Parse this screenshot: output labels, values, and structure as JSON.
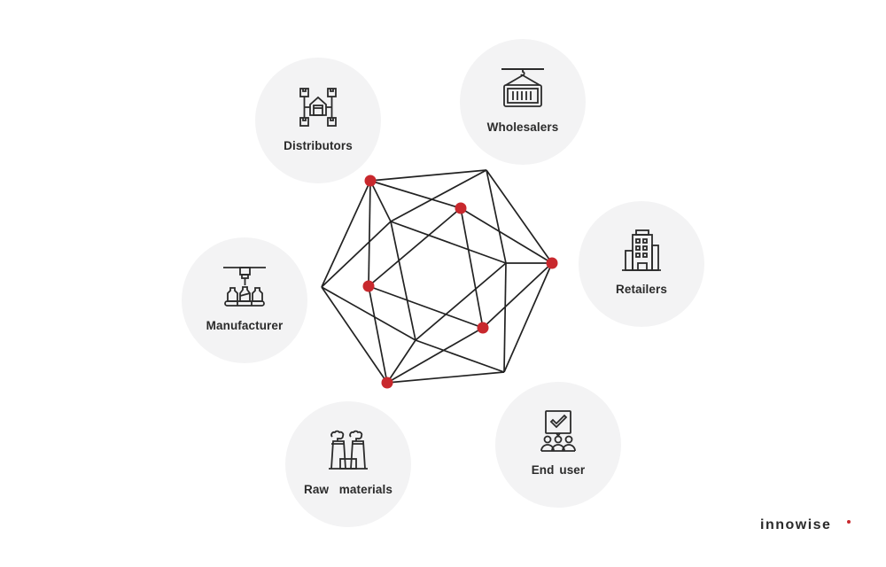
{
  "diagram": {
    "type": "icosahedron-network",
    "edge_color": "#222222",
    "node_color": "#c8282d",
    "vertices": {
      "A": [
        418,
        204,
        true
      ],
      "B": [
        549,
        192,
        false
      ],
      "C": [
        520,
        235,
        true
      ],
      "D": [
        623,
        297,
        true
      ],
      "E": [
        571,
        297,
        false
      ],
      "F": [
        441,
        250,
        false
      ],
      "G": [
        363,
        324,
        false
      ],
      "H": [
        416,
        323,
        true
      ],
      "I": [
        545,
        370,
        true
      ],
      "J": [
        469,
        384,
        false
      ],
      "K": [
        569,
        420,
        false
      ],
      "L": [
        437,
        432,
        true
      ]
    },
    "edges": [
      [
        "A",
        "B"
      ],
      [
        "A",
        "C"
      ],
      [
        "A",
        "F"
      ],
      [
        "A",
        "H"
      ],
      [
        "A",
        "G"
      ],
      [
        "B",
        "F"
      ],
      [
        "F",
        "G"
      ],
      [
        "B",
        "E"
      ],
      [
        "B",
        "D"
      ],
      [
        "C",
        "D"
      ],
      [
        "C",
        "H"
      ],
      [
        "C",
        "I"
      ],
      [
        "D",
        "E"
      ],
      [
        "D",
        "I"
      ],
      [
        "D",
        "K"
      ],
      [
        "E",
        "F"
      ],
      [
        "E",
        "K"
      ],
      [
        "E",
        "J"
      ],
      [
        "J",
        "L"
      ],
      [
        "F",
        "J"
      ],
      [
        "G",
        "J"
      ],
      [
        "J",
        "K"
      ],
      [
        "G",
        "L"
      ],
      [
        "H",
        "I"
      ],
      [
        "H",
        "L"
      ],
      [
        "I",
        "L"
      ],
      [
        "K",
        "L"
      ]
    ]
  },
  "stakeholders": [
    {
      "label": "Distributors",
      "icon": "warehouse-network-icon"
    },
    {
      "label": "Wholesalers",
      "icon": "cargo-container-icon"
    },
    {
      "label": "Retailers",
      "icon": "office-building-icon"
    },
    {
      "label": "Manufacturer",
      "icon": "production-line-icon"
    },
    {
      "label": "Raw  materials",
      "icon": "factory-chimneys-icon"
    },
    {
      "label": "End user",
      "icon": "approved-users-icon"
    }
  ],
  "brand": {
    "logo_text": "innowise",
    "accent": "#c8282d"
  }
}
